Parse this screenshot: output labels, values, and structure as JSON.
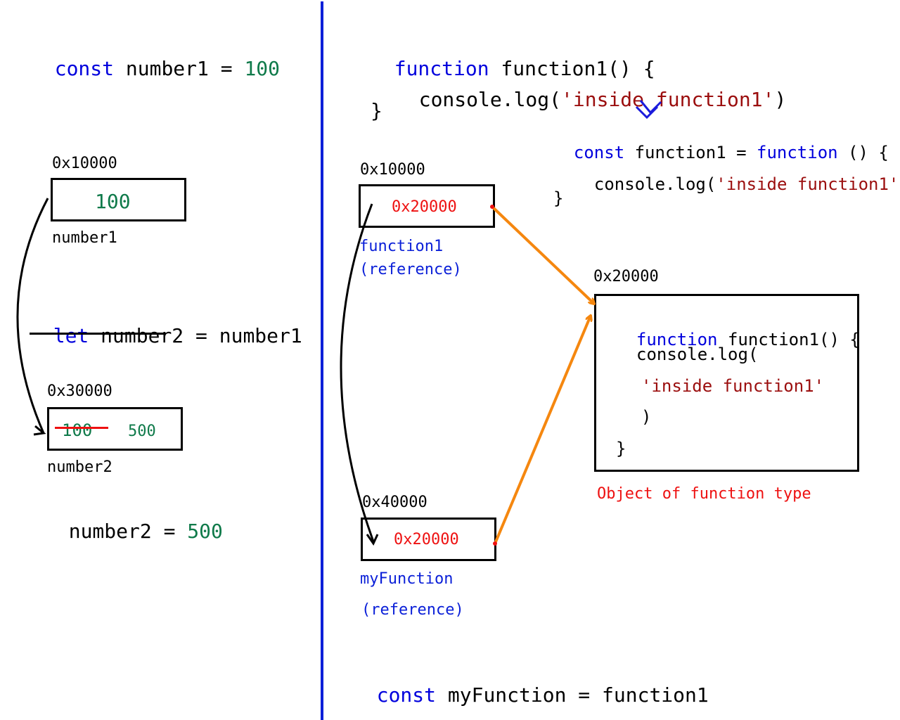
{
  "left": {
    "stmt1": {
      "kw": "const",
      "name": " number1 = ",
      "value": "100"
    },
    "box1": {
      "address": "0x10000",
      "value": "100",
      "label": "number1"
    },
    "stmt2": {
      "kw": "let",
      "name": " number2",
      "rest": " = number1"
    },
    "box2": {
      "address": "0x30000",
      "old_value": "100",
      "new_value": "500",
      "label": "number2"
    },
    "stmt3": {
      "name": "number2 = ",
      "value": "500"
    }
  },
  "right": {
    "decl": {
      "line1_kw": "function",
      "line1_rest": " function1() {",
      "line2_pre": "console.log(",
      "line2_str": "'inside function1'",
      "line2_post": ")",
      "line3": "}"
    },
    "expr": {
      "line1_kw1": "const",
      "line1_mid": " function1 = ",
      "line1_kw2": "function",
      "line1_rest": " () {",
      "line2_pre": "console.log(",
      "line2_str": "'inside function1'",
      "line2_post": ")",
      "line3": "}"
    },
    "ref1": {
      "address": "0x10000",
      "value": "0x20000",
      "label1": "function1",
      "label2": "(reference)"
    },
    "ref2": {
      "address": "0x40000",
      "value": "0x20000",
      "label1": "myFunction",
      "label2": "(reference)"
    },
    "obj": {
      "address": "0x20000",
      "line1_kw": "function",
      "line1_rest": " function1() {",
      "line2": "console.log(",
      "line3": "'inside function1'",
      "line4": ")",
      "line5": "}",
      "caption": "Object of function type"
    },
    "stmt": {
      "kw": "const",
      "rest": " myFunction = function1"
    }
  },
  "colors": {
    "keyword": "#0000dd",
    "number": "#0f7a4a",
    "string": "#9b0e0e",
    "address_value": "#ee1111",
    "divider": "#0a1fd8",
    "pointer_arrow": "#f5870f",
    "copy_arrow": "#000000"
  }
}
